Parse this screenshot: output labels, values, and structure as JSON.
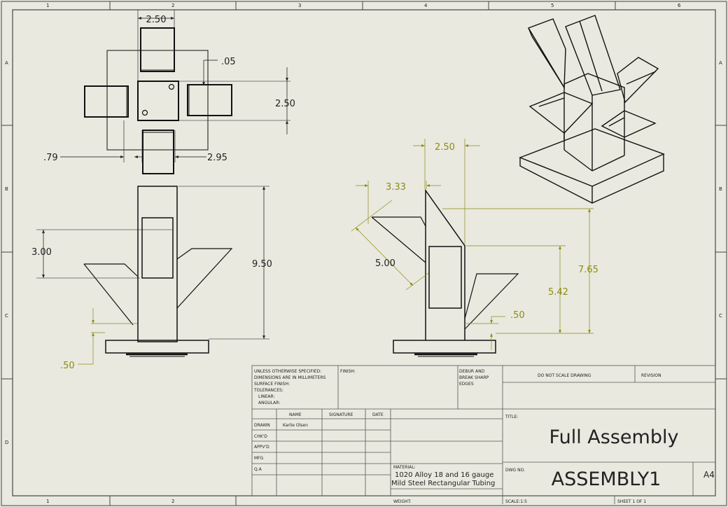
{
  "zones": {
    "columns": [
      "1",
      "2",
      "3",
      "4",
      "5",
      "6"
    ],
    "rows": [
      "A",
      "B",
      "C",
      "D"
    ]
  },
  "top_view": {
    "dim_width": "2.50",
    "dim_thickness": ".05",
    "dim_height": "2.50",
    "dim_left_offset": ".79",
    "dim_right_offset": "2.95"
  },
  "front_view": {
    "dim_arm": "3.00",
    "dim_total_height": "9.50",
    "dim_base": ".50"
  },
  "side_view": {
    "dim_width": "2.50",
    "dim_arm_offset": "3.33",
    "dim_arm_length": "5.00",
    "dim_overall": "7.65",
    "dim_mid": "5.42",
    "dim_base": ".50"
  },
  "title_block": {
    "general_notes": [
      "UNLESS OTHERWISE SPECIFIED:",
      "DIMENSIONS ARE IN MILLIMETERS",
      "SURFACE FINISH:",
      "TOLERANCES:",
      "LINEAR:",
      "ANGULAR:"
    ],
    "finish_label": "FINISH:",
    "deburr_note": [
      "DEBUR AND",
      "BREAK SHARP",
      "EDGES"
    ],
    "do_not_scale": "DO NOT SCALE DRAWING",
    "revision_label": "REVISION",
    "column_headers": [
      "NAME",
      "SIGNATURE",
      "DATE"
    ],
    "row_labels": [
      "DRAWN",
      "CHK'D",
      "APPV'D",
      "MFG",
      "Q.A"
    ],
    "drawn_name": "Karlie Olsen",
    "material_label": "MATERIAL:",
    "material_lines": [
      "1020 Alloy 18 and 16 gauge",
      "Mild Steel Rectangular Tubing"
    ],
    "weight_label": "WEIGHT:",
    "title_label": "TITLE:",
    "title": "Full Assembly",
    "dwg_no_label": "DWG NO.",
    "dwg_no": "ASSEMBLY1",
    "size": "A4",
    "scale": "SCALE:1:5",
    "sheet": "SHEET 1 OF 1"
  }
}
